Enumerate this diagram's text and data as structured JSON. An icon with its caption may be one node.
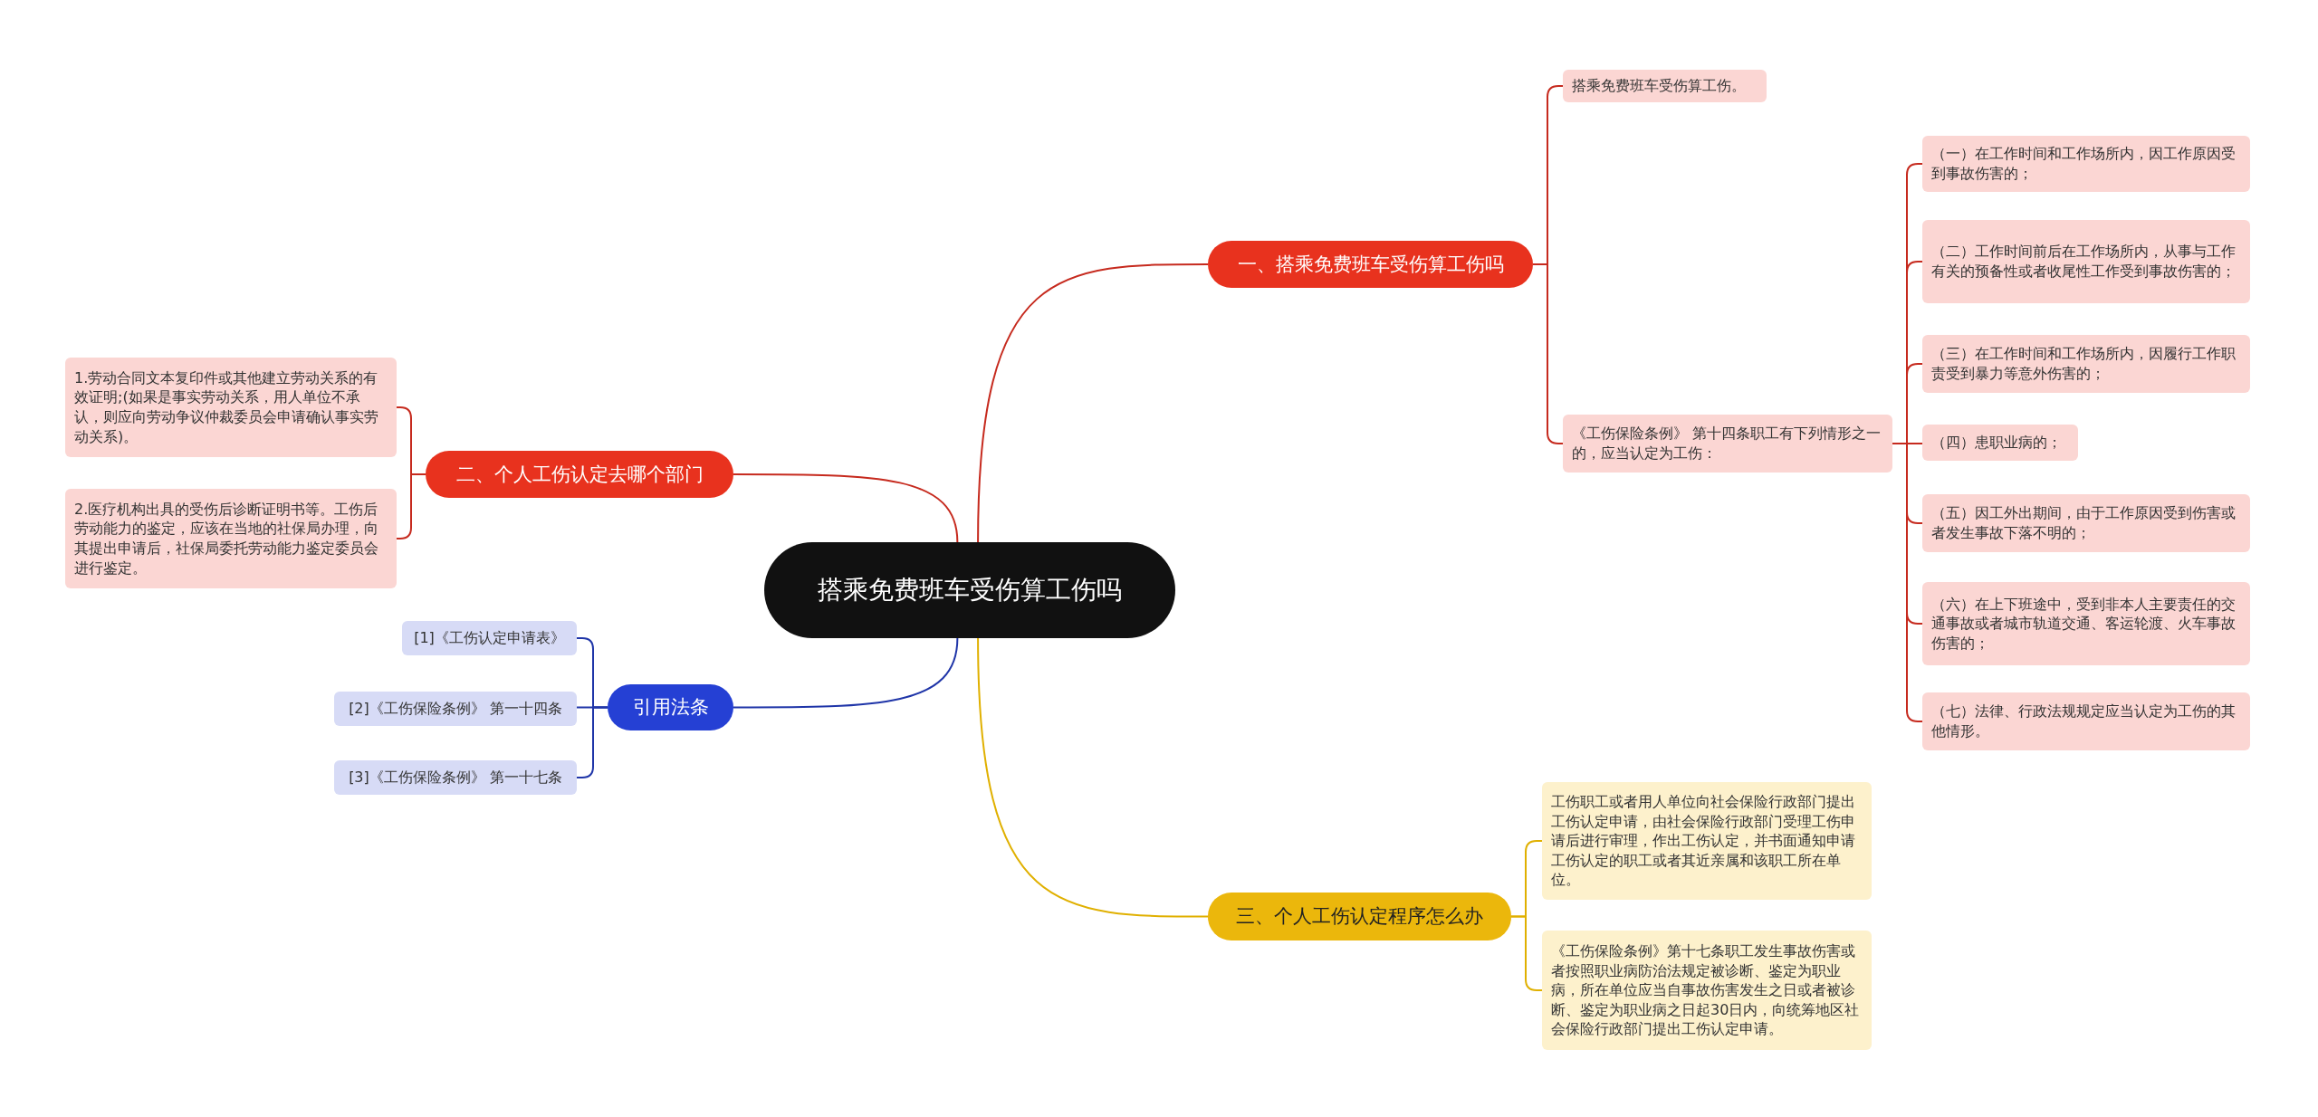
{
  "diagram": {
    "nodes": [
      {
        "text": [
          "搭乘免费班车受伤算工伤吗"
        ]
      },
      {
        "text": [
          "一、搭乘免费班车受伤算工伤吗"
        ]
      },
      {
        "text": [
          "搭乘免费班车受伤算工伤。"
        ]
      },
      {
        "text": [
          "《工伤保险条例》 第十四条职工有下列情形之一的，应当认定为工伤："
        ]
      },
      {
        "text": [
          "（一）在工作时间和工作场所内，因工作原因受到事故伤害的；"
        ]
      },
      {
        "text": [
          "（二）工作时间前后在工作场所内，从事与工作有关的预备性或者收尾性工作受到事故伤害的；"
        ]
      },
      {
        "text": [
          "（三）在工作时间和工作场所内，因履行工作职责受到暴力等意外伤害的；"
        ]
      },
      {
        "text": [
          "（四）患职业病的；"
        ]
      },
      {
        "text": [
          "（五）因工外出期间，由于工作原因受到伤害或者发生事故下落不明的；"
        ]
      },
      {
        "text": [
          "（六）在上下班途中，受到非本人主要责任的交通事故或者城市轨道交通、客运轮渡、火车事故伤害的；"
        ]
      },
      {
        "text": [
          "（七）法律、行政法规规定应当认定为工伤的其他情形。"
        ]
      },
      {
        "text": [
          "二、个人工伤认定去哪个部门"
        ]
      },
      {
        "text": [
          "1.劳动合同文本复印件或其他建立劳动关系的有效证明;(如果是事实劳动关系，用人单位不承认，则应向劳动争议仲裁委员会申请确认事实劳动关系)。"
        ]
      },
      {
        "text": [
          "2.医疗机构出具的受伤后诊断证明书等。工伤后劳动能力的鉴定，应该在当地的社保局办理，向其提出申请后，社保局委托劳动能力鉴定委员会进行鉴定。"
        ]
      },
      {
        "text": [
          "引用法条"
        ]
      },
      {
        "text": [
          "[1]《工伤认定申请表》"
        ]
      },
      {
        "text": [
          "[2]《工伤保险条例》 第一十四条"
        ]
      },
      {
        "text": [
          "[3]《工伤保险条例》 第一十七条"
        ]
      },
      {
        "text": [
          "三、个人工伤认定程序怎么办"
        ]
      },
      {
        "text": [
          "工伤职工或者用人单位向社会保险行政部门提出工伤认定申请，由社会保险行政部门受理工伤申请后进行审理，作出工伤认定，并书面通知申请工伤认定的职工或者其近亲属和该职工所在单位。"
        ]
      },
      {
        "text": [
          "《工伤保险条例》第十七条职工发生事故伤害或者按照职业病防治法规定被诊断、鉴定为职业病，所在单位应当自事故伤害发生之日或者被诊断、鉴定为职业病之日起30日内，向统筹地区社会保险行政部门提出工伤认定申请。"
        ]
      }
    ],
    "edges": [
      {
        "from": 0,
        "to": 1,
        "arrow": "none"
      },
      {
        "from": 1,
        "to": 2,
        "arrow": "none"
      },
      {
        "from": 1,
        "to": 3,
        "arrow": "none"
      },
      {
        "from": 3,
        "to": 4,
        "arrow": "none"
      },
      {
        "from": 3,
        "to": 5,
        "arrow": "none"
      },
      {
        "from": 3,
        "to": 6,
        "arrow": "none"
      },
      {
        "from": 3,
        "to": 7,
        "arrow": "none"
      },
      {
        "from": 3,
        "to": 8,
        "arrow": "none"
      },
      {
        "from": 3,
        "to": 9,
        "arrow": "none"
      },
      {
        "from": 3,
        "to": 10,
        "arrow": "none"
      },
      {
        "from": 0,
        "to": 11,
        "arrow": "none"
      },
      {
        "from": 11,
        "to": 12,
        "arrow": "none"
      },
      {
        "from": 11,
        "to": 13,
        "arrow": "none"
      },
      {
        "from": 0,
        "to": 14,
        "arrow": "none",
        "color": "#1f35a8"
      },
      {
        "from": 14,
        "to": 15,
        "arrow": "none",
        "color": "#1f35a8"
      },
      {
        "from": 14,
        "to": 16,
        "arrow": "none",
        "color": "#1f35a8"
      },
      {
        "from": 14,
        "to": 17,
        "arrow": "none",
        "color": "#1f35a8"
      },
      {
        "from": 0,
        "to": 18,
        "arrow": "none",
        "color": "#e0b000"
      },
      {
        "from": 18,
        "to": 19,
        "arrow": "none",
        "color": "#e0b000"
      },
      {
        "from": 18,
        "to": 20,
        "arrow": "none",
        "color": "#e0b000"
      }
    ]
  }
}
